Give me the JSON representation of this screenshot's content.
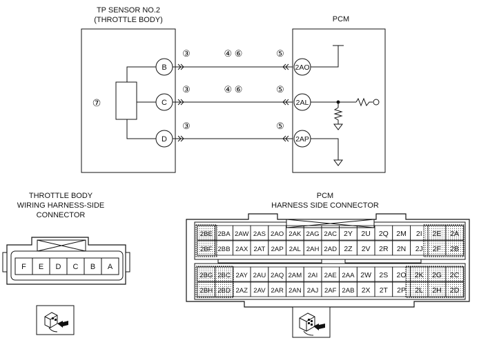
{
  "sensor": {
    "title_line1": "TP SENSOR NO.2",
    "title_line2": "(THROTTLE BODY)",
    "element_ref": "⑦",
    "terminals": [
      "B",
      "C",
      "D"
    ]
  },
  "pcm": {
    "title": "PCM",
    "terminals": [
      "2AO",
      "2AL",
      "2AP"
    ]
  },
  "wires": [
    {
      "sensor_pin": "B",
      "pcm_pin": "2AO",
      "refs_left": "③",
      "refs_mid": "④ ⑥",
      "refs_right": "⑤"
    },
    {
      "sensor_pin": "C",
      "pcm_pin": "2AL",
      "refs_left": "③",
      "refs_mid": "④ ⑥",
      "refs_right": "⑤"
    },
    {
      "sensor_pin": "D",
      "pcm_pin": "2AP",
      "refs_left": "③",
      "refs_mid": "",
      "refs_right": "⑤"
    }
  ],
  "throttle_connector": {
    "title_line1": "THROTTLE BODY",
    "title_line2": "WIRING HARNESS-SIDE",
    "title_line3": "CONNECTOR",
    "pins": [
      "F",
      "E",
      "D",
      "C",
      "B",
      "A"
    ]
  },
  "pcm_connector": {
    "title_line1": "PCM",
    "title_line2": "HARNESS SIDE CONNECTOR",
    "rows": [
      [
        "2BE",
        "2BA",
        "2AW",
        "2AS",
        "2AO",
        "2AK",
        "2AG",
        "2AC",
        "2Y",
        "2U",
        "2Q",
        "2M",
        "2I",
        "2E",
        "2A"
      ],
      [
        "2BF",
        "2BB",
        "2AX",
        "2AT",
        "2AP",
        "2AL",
        "2AH",
        "2AD",
        "2Z",
        "2V",
        "2R",
        "2N",
        "2J",
        "2F",
        "2B"
      ],
      [
        "2BG",
        "2BC",
        "2AY",
        "2AU",
        "2AQ",
        "2AM",
        "2AI",
        "2AE",
        "2AA",
        "2W",
        "2S",
        "2O",
        "2K",
        "2G",
        "2C"
      ],
      [
        "2BH",
        "2BD",
        "2AZ",
        "2AV",
        "2AR",
        "2AN",
        "2AJ",
        "2AF",
        "2AB",
        "2X",
        "2T",
        "2P",
        "2L",
        "2H",
        "2D"
      ]
    ]
  },
  "icons": [
    "connector-view-icon",
    "connector-view-icon"
  ]
}
